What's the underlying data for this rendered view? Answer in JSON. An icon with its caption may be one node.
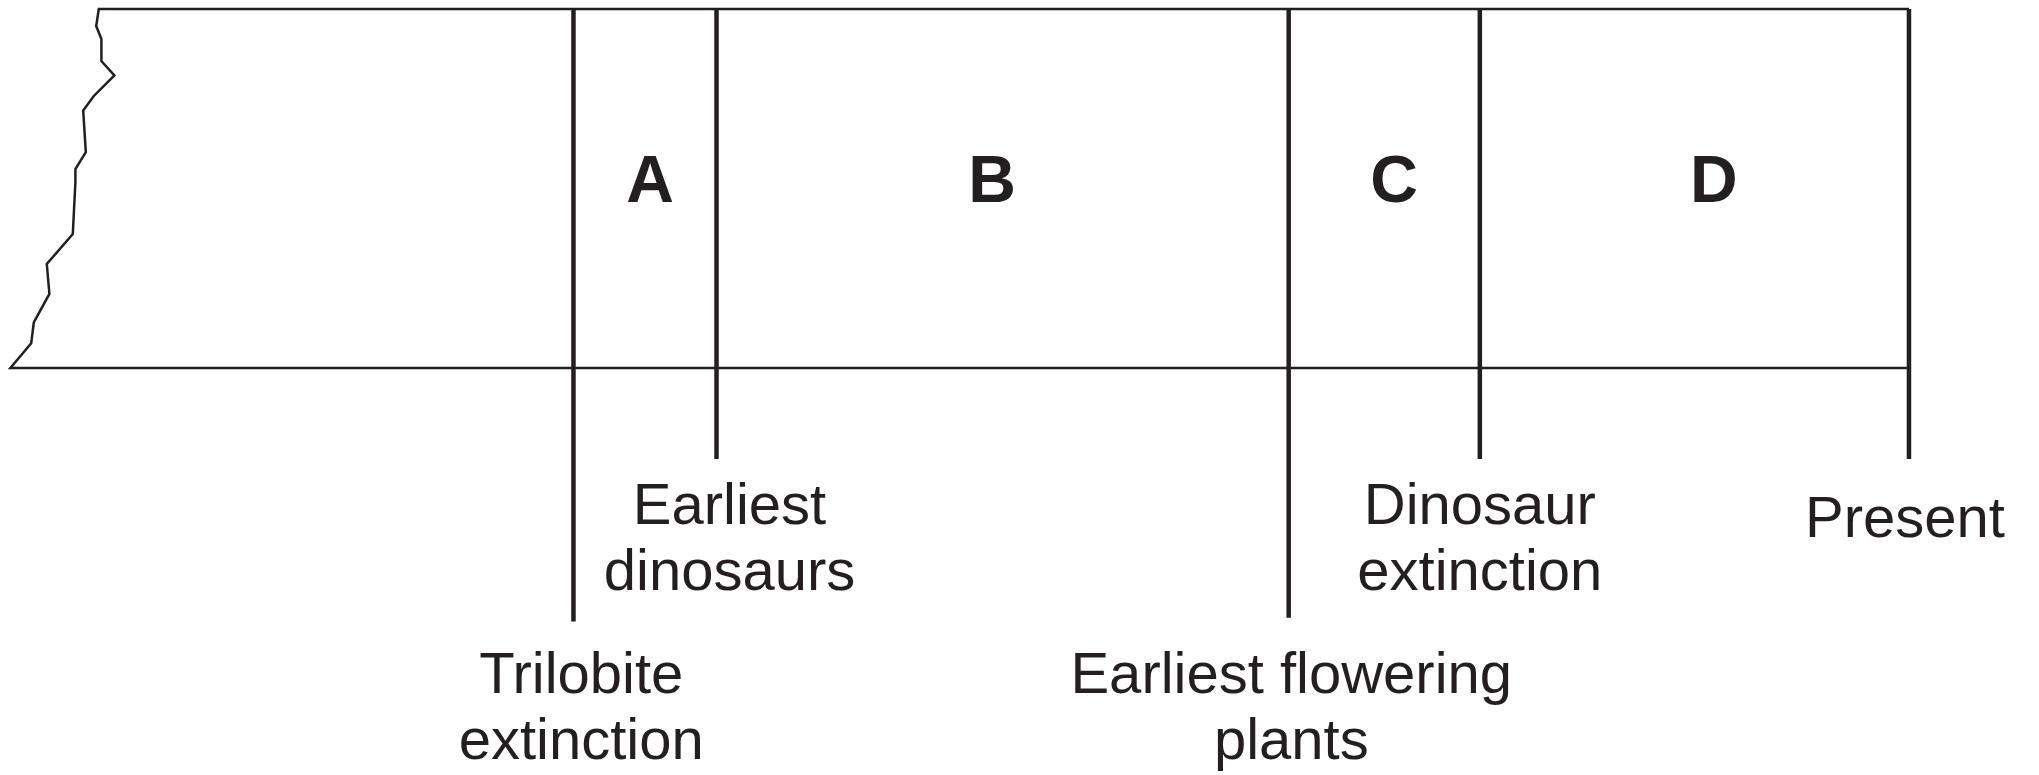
{
  "diagram": {
    "nodes": [
      {
        "text": [
          "A"
        ]
      },
      {
        "text": [
          "B"
        ]
      },
      {
        "text": [
          "C"
        ]
      },
      {
        "text": [
          "D"
        ]
      }
    ],
    "labels": [
      "Earliest dinosaurs",
      "Dinosaur extinction",
      "Present",
      "Trilobite extinction",
      "Earliest flowering plants"
    ]
  }
}
